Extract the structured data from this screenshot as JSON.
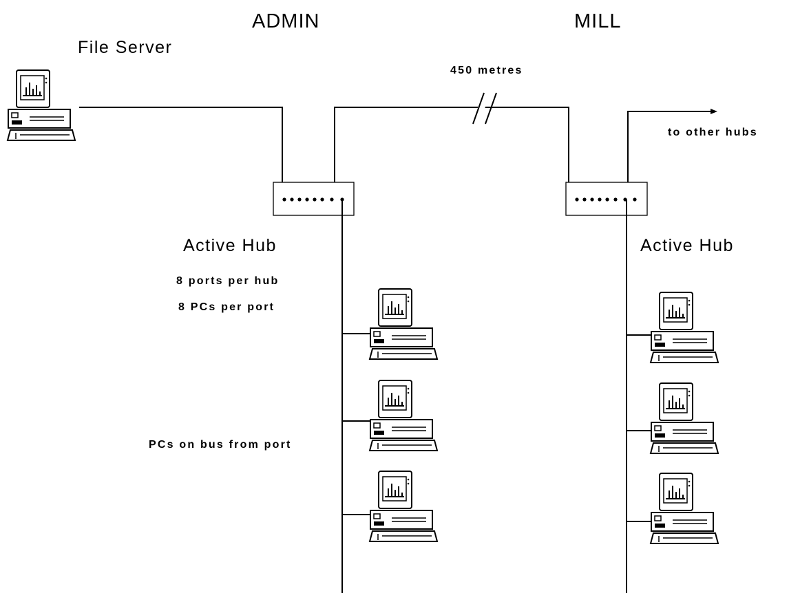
{
  "headings": {
    "left": "ADMIN",
    "right": "MILL"
  },
  "labels": {
    "file_server": "File Server",
    "distance": "450 metres",
    "to_other_hubs": "to other hubs",
    "admin_hub": "Active Hub",
    "mill_hub": "Active Hub",
    "ports_per_hub": "8 ports per hub",
    "pcs_per_port": "8 PCs per port",
    "bus_note": "PCs on bus from port"
  },
  "icons": [
    "computer-icon"
  ],
  "counts": {
    "admin_bus_pcs": 3,
    "mill_bus_pcs": 3,
    "hub_port_dots": 8
  }
}
